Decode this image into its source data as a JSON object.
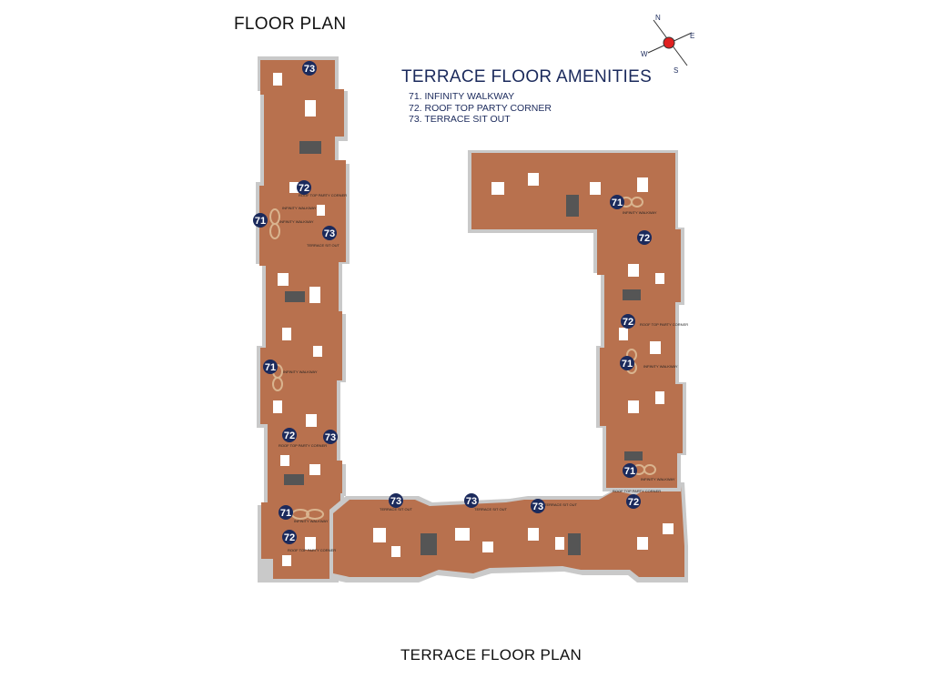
{
  "page_title": "FLOOR PLAN",
  "plan_title": "TERRACE FLOOR PLAN",
  "amenities": {
    "title": "TERRACE FLOOR AMENITIES",
    "items": [
      "71. INFINITY WALKWAY",
      "72. ROOF TOP PARTY CORNER",
      "73. TERRACE SIT OUT"
    ]
  },
  "compass": {
    "north": "N",
    "east": "E",
    "south": "S",
    "west": "W",
    "center_color": "#e02020"
  },
  "colors": {
    "terrace_fill": "#b8714e",
    "terrace_shadow": "#c9c9c9",
    "marker_fill": "#1b2a5c",
    "opening_fill": "#ffffff",
    "stair_fill": "#555555"
  },
  "markers": [
    {
      "number": "73"
    },
    {
      "number": "72"
    },
    {
      "number": "71"
    },
    {
      "number": "73"
    },
    {
      "number": "71"
    },
    {
      "number": "72"
    },
    {
      "number": "73"
    },
    {
      "number": "71"
    },
    {
      "number": "72"
    },
    {
      "number": "73"
    },
    {
      "number": "73"
    },
    {
      "number": "73"
    },
    {
      "number": "71"
    },
    {
      "number": "72"
    },
    {
      "number": "72"
    },
    {
      "number": "71"
    },
    {
      "number": "71"
    },
    {
      "number": "72"
    }
  ],
  "plan_labels": [
    "INFINITY WALKWAY",
    "INFINITY WALKWAY",
    "TERRACE SIT OUT",
    "ROOF TOP PARTY CORNER",
    "INFINITY WALKWAY",
    "ROOF TOP PARTY CORNER",
    "INFINITY WALKWAY",
    "ROOF TOP PARTY CORNER",
    "TERRACE SIT OUT",
    "TERRACE SIT OUT",
    "TERRACE SIT OUT",
    "INFINITY WALKWAY",
    "ROOF TOP PARTY CORNER",
    "INFINITY WALKWAY",
    "INFINITY WALKWAY",
    "ROOF TOP PARTY CORNER"
  ]
}
